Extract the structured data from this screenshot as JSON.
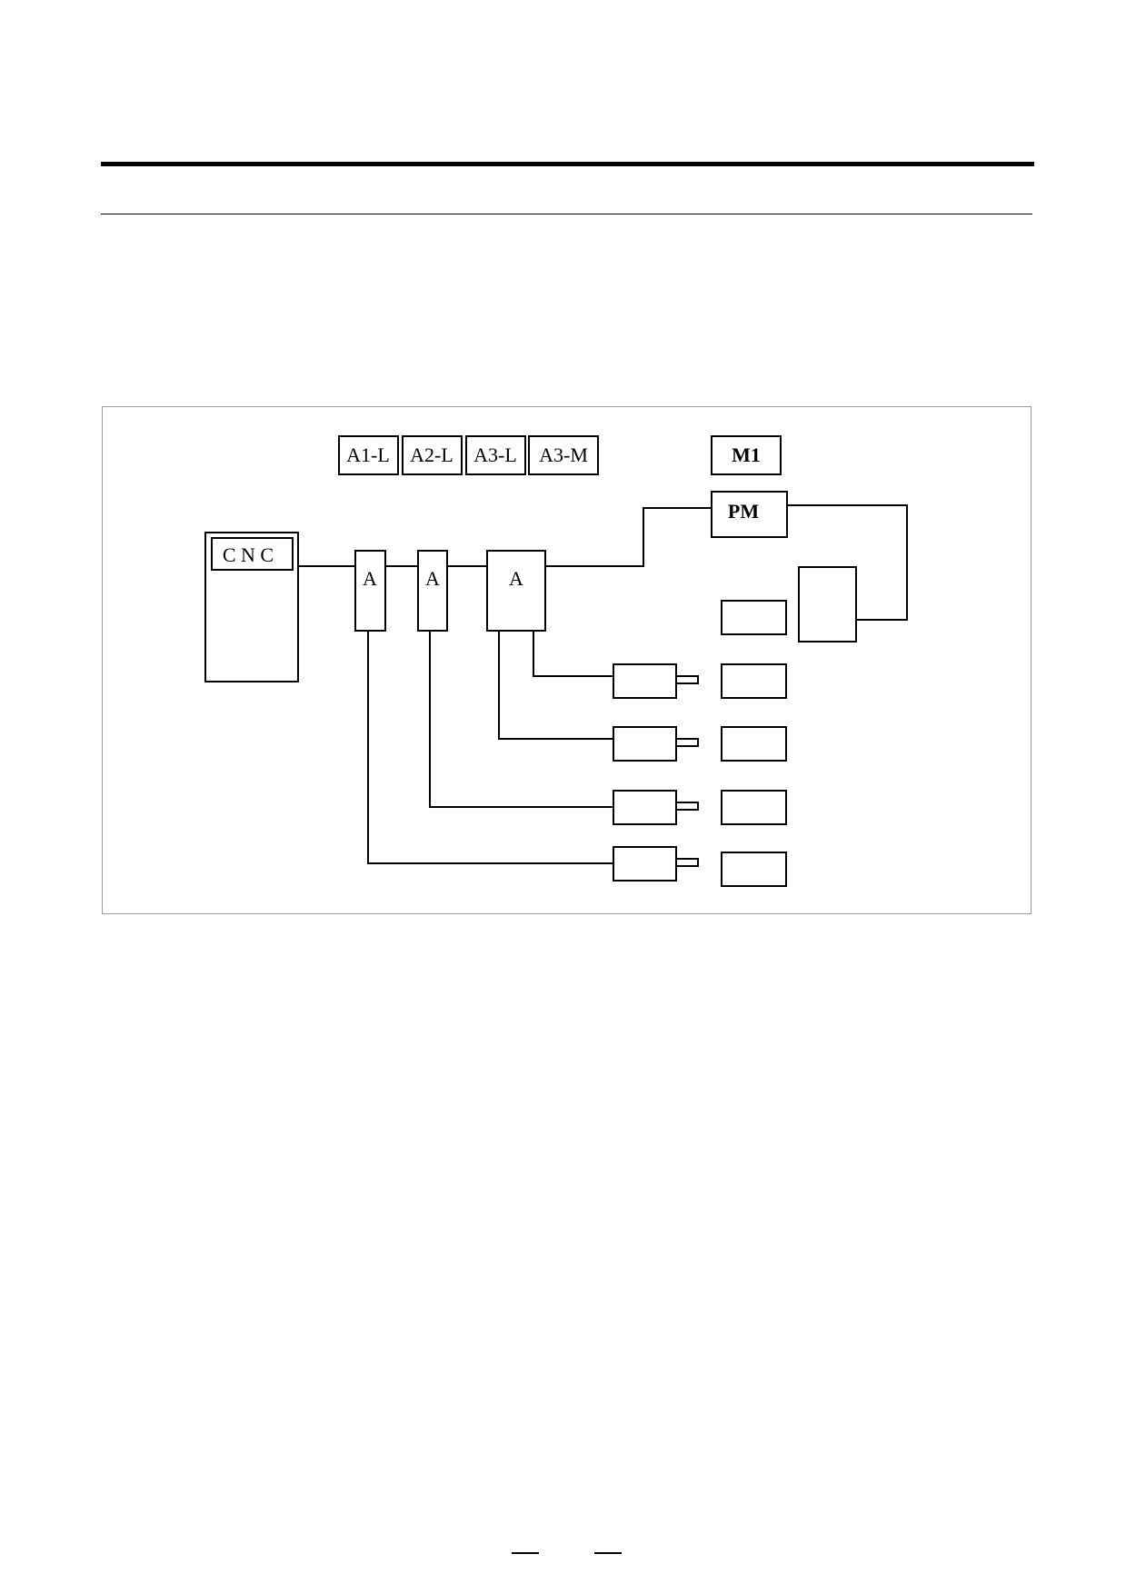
{
  "diagram": {
    "module_labels": [
      "A1-L",
      "A2-L",
      "A3-L",
      "A3-M"
    ],
    "motor_label": "M1",
    "pm_label": "PM",
    "cnc_label": "C N C",
    "amp_labels": [
      "A",
      "A",
      "A"
    ]
  }
}
